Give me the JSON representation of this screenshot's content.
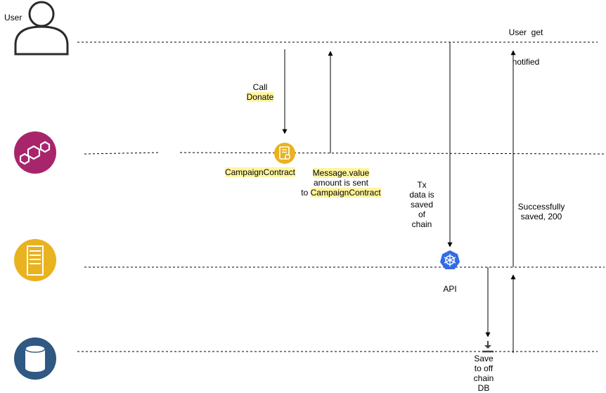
{
  "colors": {
    "line": "#000000",
    "highlight": "#fff5a0",
    "blockchain": "#a8256b",
    "server": "#e9b21f",
    "api": "#326ce5",
    "database": "#2f5882",
    "save_icon": "#444444"
  },
  "lanes": {
    "user": {
      "label": "User",
      "icon": "user-icon"
    },
    "blockchain": {
      "icon": "blockchain-icon"
    },
    "server": {
      "icon": "server-icon"
    },
    "database": {
      "icon": "database-icon"
    }
  },
  "nodes": {
    "campaign_contract": {
      "label": "CampaignContract",
      "icon": "contract-icon"
    },
    "api": {
      "label": "API",
      "icon": "kubernetes-icon"
    },
    "save": {
      "icon": "download-icon",
      "lines": [
        "Save",
        "to off",
        "chain",
        "DB"
      ]
    }
  },
  "messages": {
    "call_donate": {
      "lines": [
        "Call"
      ],
      "highlight": "Donate"
    },
    "message_value": {
      "highlight": "Message.value",
      "line2": "amount is sent",
      "line3_prefix": "to ",
      "line3_highlight": "CampaignContract"
    },
    "tx_saved": {
      "lines": [
        "Tx",
        "data is",
        "saved",
        "of",
        "chain"
      ]
    },
    "successfully_saved": {
      "lines": [
        "Successfully",
        "saved, 200"
      ]
    },
    "user_notified": {
      "lines": [
        "User  get",
        "notified"
      ]
    }
  }
}
